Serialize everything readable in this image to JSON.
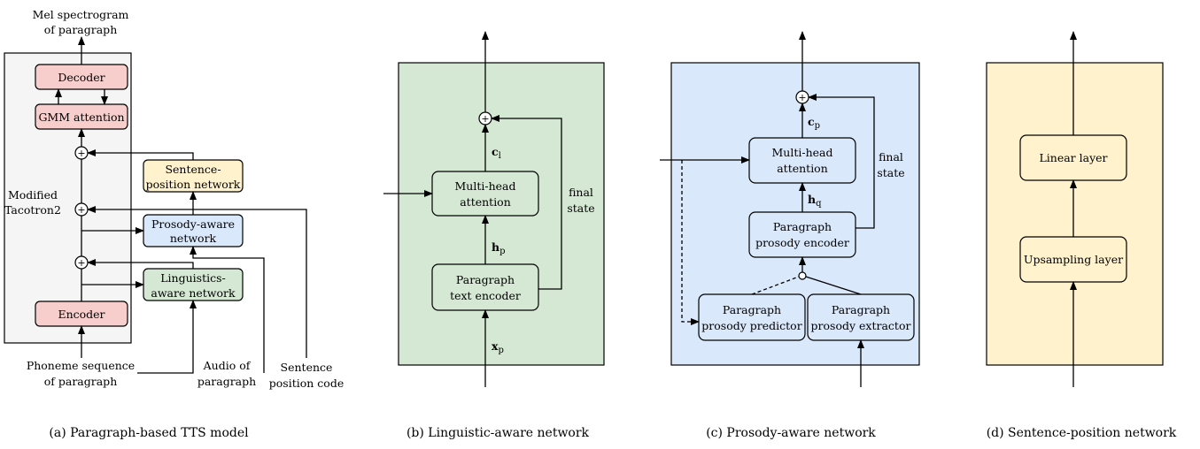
{
  "panel_a": {
    "caption": "(a) Paragraph-based TTS model",
    "output_label_line1": "Mel spectrogram",
    "output_label_line2": "of paragraph",
    "container_label_line1": "Modified",
    "container_label_line2": "Tacotron2",
    "decoder": "Decoder",
    "gmm_attention": "GMM attention",
    "encoder": "Encoder",
    "sentence_position_network_line1": "Sentence-",
    "sentence_position_network_line2": "position network",
    "prosody_aware_network_line1": "Prosody-aware",
    "prosody_aware_network_line2": "network",
    "linguistics_aware_network_line1": "Linguistics-",
    "linguistics_aware_network_line2": "aware network",
    "input_phoneme_line1": "Phoneme sequence",
    "input_phoneme_line2": "of paragraph",
    "input_audio_line1": "Audio of",
    "input_audio_line2": "paragraph",
    "input_sentence_line1": "Sentence",
    "input_sentence_line2": "position code",
    "plus": "+"
  },
  "panel_b": {
    "caption": "(b) Linguistic-aware network",
    "multihead_line1": "Multi-head",
    "multihead_line2": "attention",
    "encoder_line1": "Paragraph",
    "encoder_line2": "text encoder",
    "final_state_line1": "final",
    "final_state_line2": "state",
    "c_main": "c",
    "c_sub": "l",
    "h_main": "h",
    "h_sub": "p",
    "x_main": "x",
    "x_sub": "p",
    "plus": "+"
  },
  "panel_c": {
    "caption": "(c) Prosody-aware network",
    "multihead_line1": "Multi-head",
    "multihead_line2": "attention",
    "encoder_line1": "Paragraph",
    "encoder_line2": "prosody encoder",
    "predictor_line1": "Paragraph",
    "predictor_line2": "prosody predictor",
    "extractor_line1": "Paragraph",
    "extractor_line2": "prosody extractor",
    "final_state_line1": "final",
    "final_state_line2": "state",
    "c_main": "c",
    "c_sub": "p",
    "h_main": "h",
    "h_sub": "q",
    "plus": "+"
  },
  "panel_d": {
    "caption": "(d) Sentence-position network",
    "linear_layer": "Linear layer",
    "upsampling_layer": "Upsampling layer"
  },
  "colors": {
    "red_box": "#f8cecc",
    "blue_box": "#dae8fc",
    "green_box": "#d5e8d4",
    "yellow_box": "#fff2cc",
    "gray_container": "#f5f5f5"
  }
}
